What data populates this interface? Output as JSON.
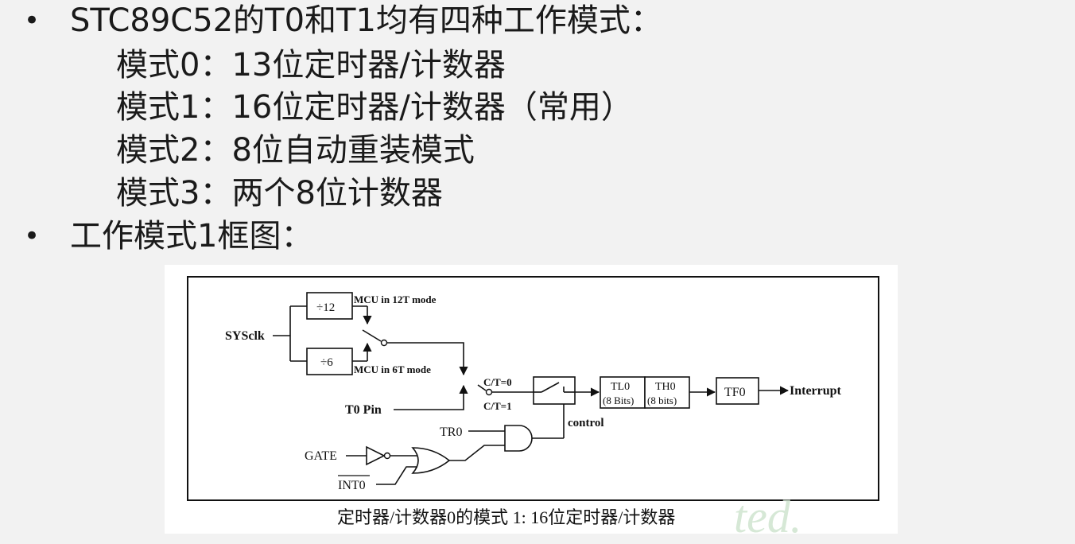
{
  "bullets": [
    {
      "text": "STC89C52的T0和T1均有四种工作模式：",
      "sub_items": [
        "模式0：13位定时器/计数器",
        "模式1：16位定时器/计数器（常用）",
        "模式2：8位自动重装模式",
        "模式3：两个8位计数器"
      ]
    },
    {
      "text": "工作模式1框图：",
      "sub_items": []
    }
  ],
  "diagram": {
    "sysclk": "SYSclk",
    "div12": "÷12",
    "div6": "÷6",
    "mcu12": "MCU in 12T mode",
    "mcu6": "MCU in 6T mode",
    "ct0": "C/T=0",
    "ct1": "C/T=1",
    "t0pin": "T0 Pin",
    "tl0": "TL0",
    "tl0_bits": "(8 Bits)",
    "th0": "TH0",
    "th0_bits": "(8 bits)",
    "tf0": "TF0",
    "interrupt": "Interrupt",
    "control": "control",
    "tr0": "TR0",
    "gate": "GATE",
    "int0": "INT0",
    "caption": "定时器/计数器0的模式 1: 16位定时器/计数器",
    "watermark": "ted."
  }
}
